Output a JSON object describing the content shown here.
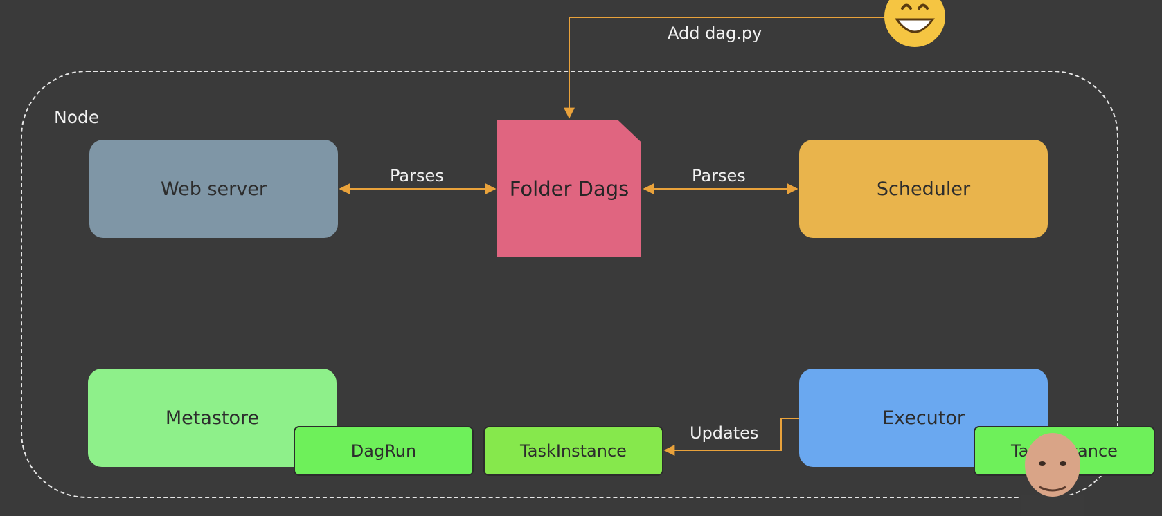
{
  "diagram": {
    "container_label": "Node",
    "trigger_label": "Add dag.py",
    "folder": {
      "label": "Folder Dags"
    },
    "components": {
      "web_server": "Web server",
      "scheduler": "Scheduler",
      "metastore": "Metastore",
      "executor": "Executor"
    },
    "records": {
      "dagrun": "DagRun",
      "taskinstance": "TaskInstance",
      "taskinstance_executor": "TaskInstance"
    },
    "edges": {
      "webserver_folder": "Parses",
      "folder_scheduler": "Parses",
      "executor_taskinstance": "Updates"
    }
  },
  "colors": {
    "background": "#3a3a3a",
    "arrow": "#e9a23b",
    "web_server": "#7f96a6",
    "folder": "#e06580",
    "scheduler": "#e9b44c",
    "metastore": "#8ef08a",
    "executor": "#6aa8f0",
    "record_green": "#6ef05a",
    "record_green_alt": "#86e84c"
  },
  "icons": {
    "user": "grinning-face-icon",
    "presenter": "presenter-video-icon"
  }
}
